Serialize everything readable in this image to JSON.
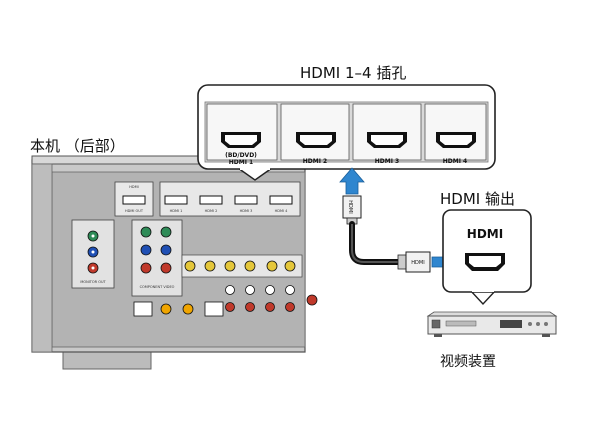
{
  "labels": {
    "hdmi_jacks_title": "HDMI 1–4 插孔",
    "unit_rear": "本机 （后部）",
    "hdmi_output": "HDMI 输出",
    "video_device": "视频装置"
  },
  "zoom_ports": [
    {
      "sub": "(BD/DVD)",
      "name": "HDMI 1"
    },
    {
      "sub": "",
      "name": "HDMI 2"
    },
    {
      "sub": "",
      "name": "HDMI 3"
    },
    {
      "sub": "",
      "name": "HDMI 4"
    }
  ],
  "device_port_label": "HDMI",
  "cable_labels": {
    "top": "HDMI",
    "side": "HDMI"
  }
}
